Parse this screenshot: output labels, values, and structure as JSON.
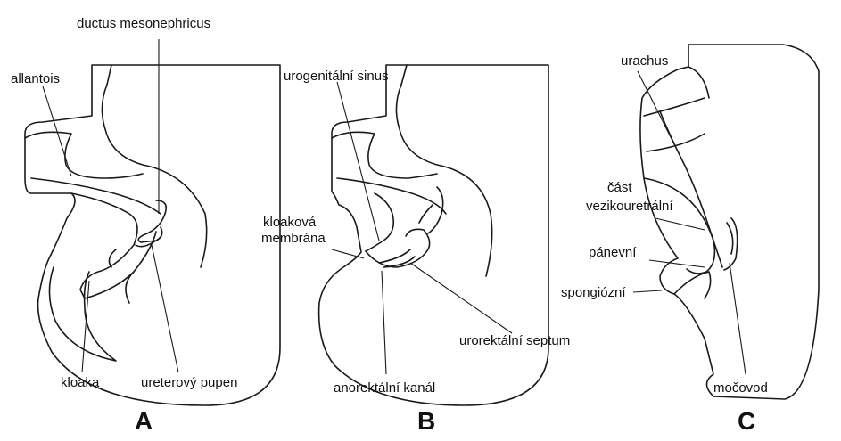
{
  "panels": {
    "a": {
      "letter": "A",
      "labels": {
        "ductus": "ductus mesonephricus",
        "allantois": "allantois",
        "kloaka": "kloaka",
        "ureter_bud": "ureterový pupen"
      }
    },
    "b": {
      "letter": "B",
      "labels": {
        "sinus": "urogenitální sinus",
        "membrane_line1": "kloaková",
        "membrane_line2": "membrána",
        "septum": "urorektální septum",
        "anorectal": "anorektální kanál"
      }
    },
    "c": {
      "letter": "C",
      "labels": {
        "urachus": "urachus",
        "part_line1": "část",
        "part_line2": "vezikouretrální",
        "pelvic": "pánevní",
        "spongy": "spongiózní",
        "ureter": "močovod"
      }
    }
  },
  "colors": {
    "ink": "#1a1a1a",
    "background": "#ffffff"
  }
}
